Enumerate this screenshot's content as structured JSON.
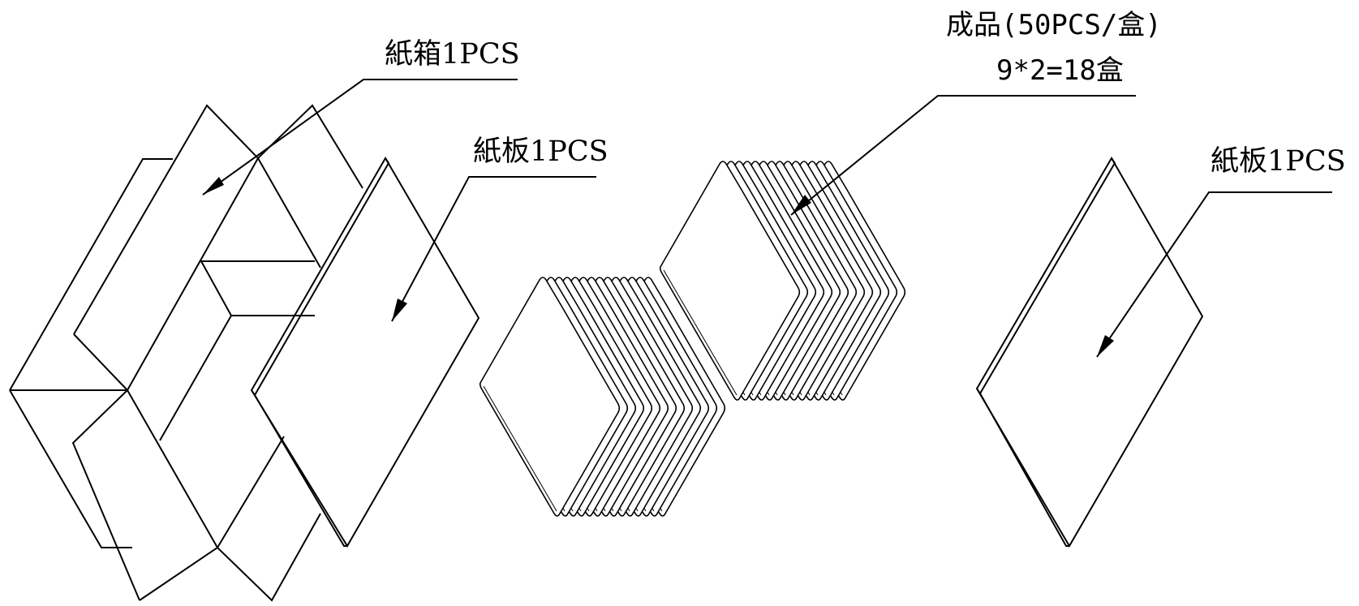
{
  "labels": {
    "carton": "紙箱1PCS",
    "board_left": "紙板1PCS",
    "product_line1": "成品(50PCS/盒)",
    "product_line2": "9*2=18盒",
    "board_right": "紙板1PCS"
  },
  "stacks": {
    "slice_count": 14
  }
}
